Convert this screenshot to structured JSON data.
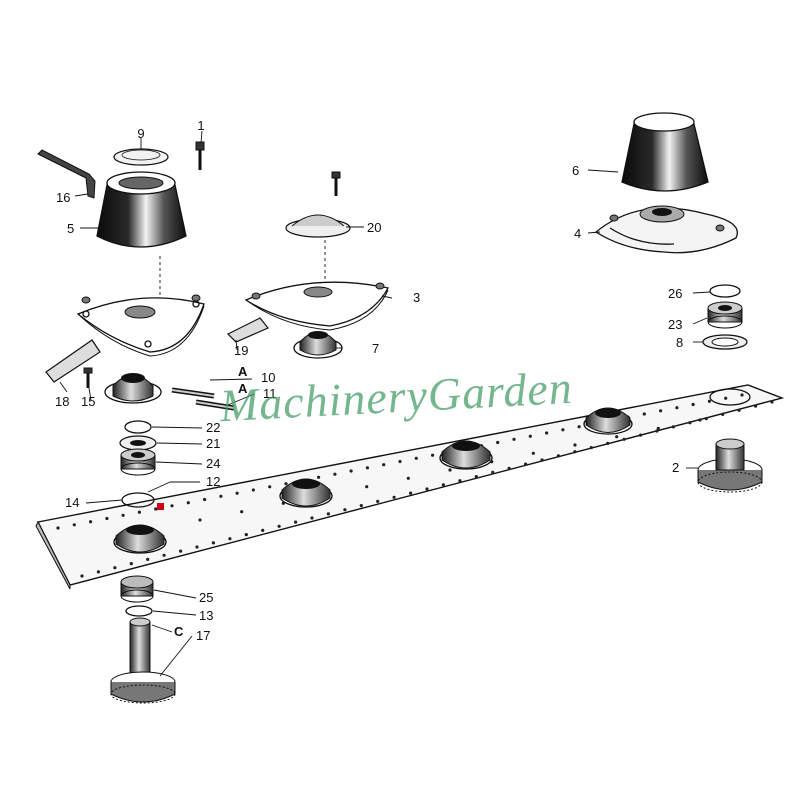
{
  "watermark": "MachineryGarden",
  "callouts": [
    {
      "id": "c1",
      "text": "1"
    },
    {
      "id": "c9",
      "text": "9"
    },
    {
      "id": "c16",
      "text": "16"
    },
    {
      "id": "c5",
      "text": "5"
    },
    {
      "id": "c20",
      "text": "20"
    },
    {
      "id": "c3",
      "text": "3"
    },
    {
      "id": "c19",
      "text": "19"
    },
    {
      "id": "c7",
      "text": "7"
    },
    {
      "id": "c6",
      "text": "6"
    },
    {
      "id": "c4",
      "text": "4"
    },
    {
      "id": "c26",
      "text": "26"
    },
    {
      "id": "c23",
      "text": "23"
    },
    {
      "id": "c8",
      "text": "8"
    },
    {
      "id": "c18",
      "text": "18"
    },
    {
      "id": "c15",
      "text": "15"
    },
    {
      "id": "cA1",
      "text": "A"
    },
    {
      "id": "c10",
      "text": "10"
    },
    {
      "id": "cA2",
      "text": "A"
    },
    {
      "id": "c11",
      "text": "11"
    },
    {
      "id": "c22",
      "text": "22"
    },
    {
      "id": "c21",
      "text": "21"
    },
    {
      "id": "c24",
      "text": "24"
    },
    {
      "id": "c12",
      "text": "12"
    },
    {
      "id": "c14",
      "text": "14"
    },
    {
      "id": "c2",
      "text": "2"
    },
    {
      "id": "c25",
      "text": "25"
    },
    {
      "id": "c13",
      "text": "13"
    },
    {
      "id": "cC",
      "text": "C"
    },
    {
      "id": "c17",
      "text": "17"
    }
  ]
}
